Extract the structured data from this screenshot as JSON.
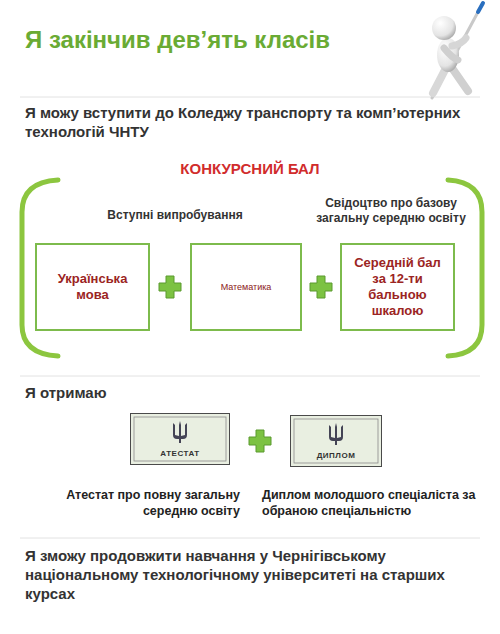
{
  "diagram": {
    "title": "Я закінчив дев’ять класів",
    "nodes": [
      {
        "text": [
          "Українська мова"
        ]
      },
      {
        "text": [
          "Математика"
        ]
      },
      {
        "text": [
          "Середній бал за 12-ти бальною шкалою"
        ]
      },
      {
        "text": [
          "АТЕСТАТ"
        ]
      },
      {
        "text": [
          "ДИПЛОМ"
        ]
      }
    ],
    "labels": [
      "Я можу вступити до Коледжу транспорту та комп’ютерних технологій ЧНТУ",
      "КОНКУРСНИЙ БАЛ",
      "Вступні випробування",
      "Свідоцтво про базову загальну середню освіту",
      "Я отримаю",
      "Атестат про повну загальну середню освіту",
      "Диплом молодшого спеціаліста за обраною спеціальністю",
      "Я зможу продовжити навчання у Чернігівському національному технологічному університеті на старших курсах"
    ]
  }
}
